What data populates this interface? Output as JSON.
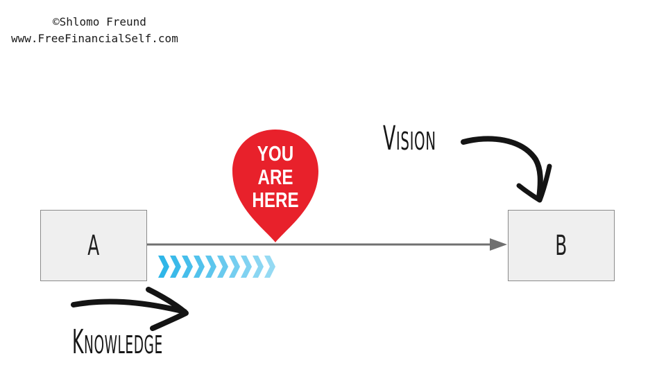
{
  "credit": {
    "author": "©Shlomo Freund",
    "url": "www.FreeFinancialSelf.com"
  },
  "nodes": {
    "start": "A",
    "end": "B"
  },
  "labels": {
    "vision": "Vision",
    "knowledge": "Knowledge"
  },
  "marker": {
    "lines": [
      "YOU",
      "ARE",
      "HERE"
    ]
  },
  "colors": {
    "marker": "#e8212b",
    "progress_chevrons": "#2fb6e8",
    "path_line": "#707070",
    "node_fill": "#efefef"
  },
  "icons": {
    "marker": "location-pin-icon",
    "progress": "chevron-progress-icon",
    "knowledge_arrow": "curved-arrow-icon",
    "vision_arrow": "curved-arrow-icon"
  }
}
